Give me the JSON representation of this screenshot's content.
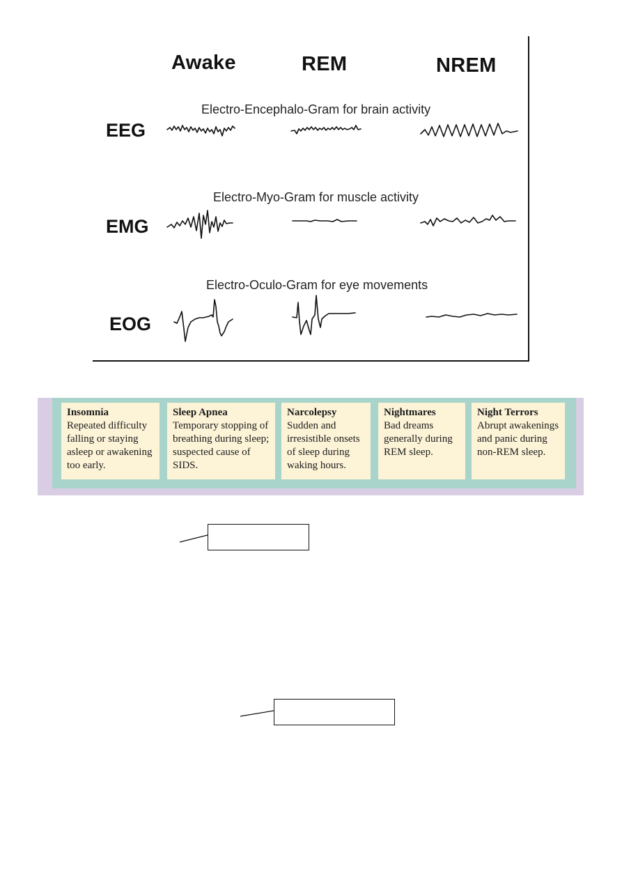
{
  "sleep_figure": {
    "columns": [
      "Awake",
      "REM",
      "NREM"
    ],
    "rows": [
      {
        "label": "EEG",
        "caption": "Electro-Encephalo-Gram for brain activity"
      },
      {
        "label": "EMG",
        "caption": "Electro-Myo-Gram for muscle activity"
      },
      {
        "label": "EOG",
        "caption": "Electro-Oculo-Gram for eye movements"
      }
    ]
  },
  "disorders": [
    {
      "title": "Insomnia",
      "description": "Repeated difficulty falling or staying asleep or awakening too early."
    },
    {
      "title": "Sleep Apnea",
      "description": "Temporary stopping of breathing during sleep; suspected cause of SIDS."
    },
    {
      "title": "Narcolepsy",
      "description": "Sudden and irresistible onsets of sleep during waking hours."
    },
    {
      "title": "Nightmares",
      "description": "Bad dreams generally during REM sleep."
    },
    {
      "title": "Night Terrors",
      "description": "Abrupt awakenings and panic during non-REM sleep."
    }
  ],
  "colors": {
    "card_background": "#fdf4d8",
    "frame_teal": "#a9d4cc",
    "frame_lilac": "#d9cde3",
    "trace": "#111111"
  }
}
